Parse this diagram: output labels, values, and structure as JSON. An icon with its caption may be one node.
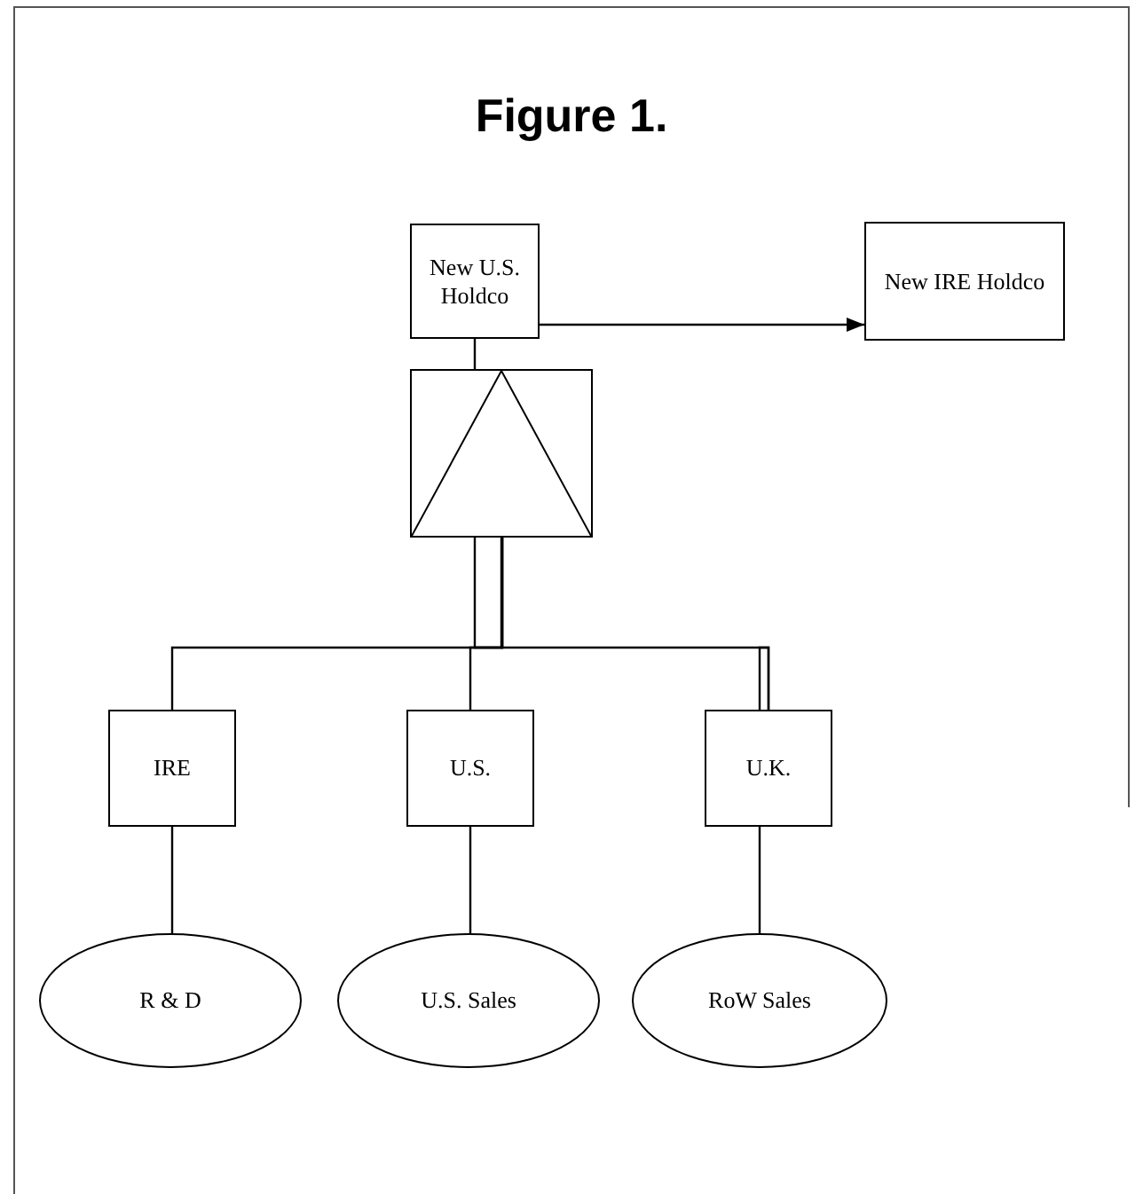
{
  "diagram": {
    "title": "Figure 1.",
    "nodes": [
      {
        "text": [
          "New U.S. Holdco"
        ]
      },
      {
        "text": [
          "New IRE Holdco"
        ]
      },
      {
        "text": [],
        "shape": "box"
      },
      {
        "text": [
          "IRE"
        ]
      },
      {
        "text": [
          "U.S."
        ]
      },
      {
        "text": [
          "U.K."
        ]
      },
      {
        "text": [
          "R & D"
        ]
      },
      {
        "text": [
          "U.S. Sales"
        ]
      },
      {
        "text": [
          "RoW Sales"
        ]
      }
    ],
    "edges": [
      {
        "from": 0,
        "to": 1,
        "arrow": "to"
      },
      {
        "from": 0,
        "to": 2,
        "arrow": "none"
      },
      {
        "from": 2,
        "to": 3,
        "arrow": "none"
      },
      {
        "from": 2,
        "to": 4,
        "arrow": "none"
      },
      {
        "from": 2,
        "to": 5,
        "arrow": "none"
      },
      {
        "from": 3,
        "to": 6,
        "arrow": "none"
      },
      {
        "from": 4,
        "to": 7,
        "arrow": "none"
      },
      {
        "from": 5,
        "to": 8,
        "arrow": "none"
      }
    ]
  }
}
